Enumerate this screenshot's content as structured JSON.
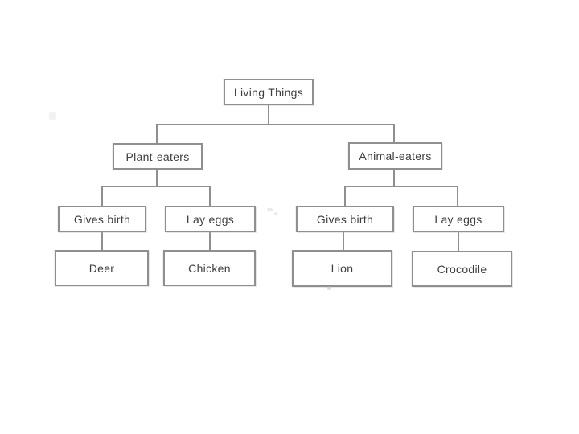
{
  "colors": {
    "line": "#8f8f8f",
    "border": "#8f8f8f",
    "text": "#3e3e3e",
    "background": "#ffffff"
  },
  "nodes": {
    "root": {
      "label": "Living Things"
    },
    "plant": {
      "label": "Plant-eaters"
    },
    "animal": {
      "label": "Animal-eaters"
    },
    "plant_birth": {
      "label": "Gives birth"
    },
    "plant_eggs": {
      "label": "Lay eggs"
    },
    "animal_birth": {
      "label": "Gives birth"
    },
    "animal_eggs": {
      "label": "Lay eggs"
    },
    "deer": {
      "label": "Deer"
    },
    "chicken": {
      "label": "Chicken"
    },
    "lion": {
      "label": "Lion"
    },
    "crocodile": {
      "label": "Crocodile"
    }
  },
  "edges": [
    [
      "Living Things",
      "Plant-eaters"
    ],
    [
      "Living Things",
      "Animal-eaters"
    ],
    [
      "Plant-eaters",
      "Gives birth"
    ],
    [
      "Plant-eaters",
      "Lay eggs"
    ],
    [
      "Animal-eaters",
      "Gives birth"
    ],
    [
      "Animal-eaters",
      "Lay eggs"
    ],
    [
      "Gives birth (plant)",
      "Deer"
    ],
    [
      "Lay eggs (plant)",
      "Chicken"
    ],
    [
      "Gives birth (animal)",
      "Lion"
    ],
    [
      "Lay eggs (animal)",
      "Crocodile"
    ]
  ]
}
